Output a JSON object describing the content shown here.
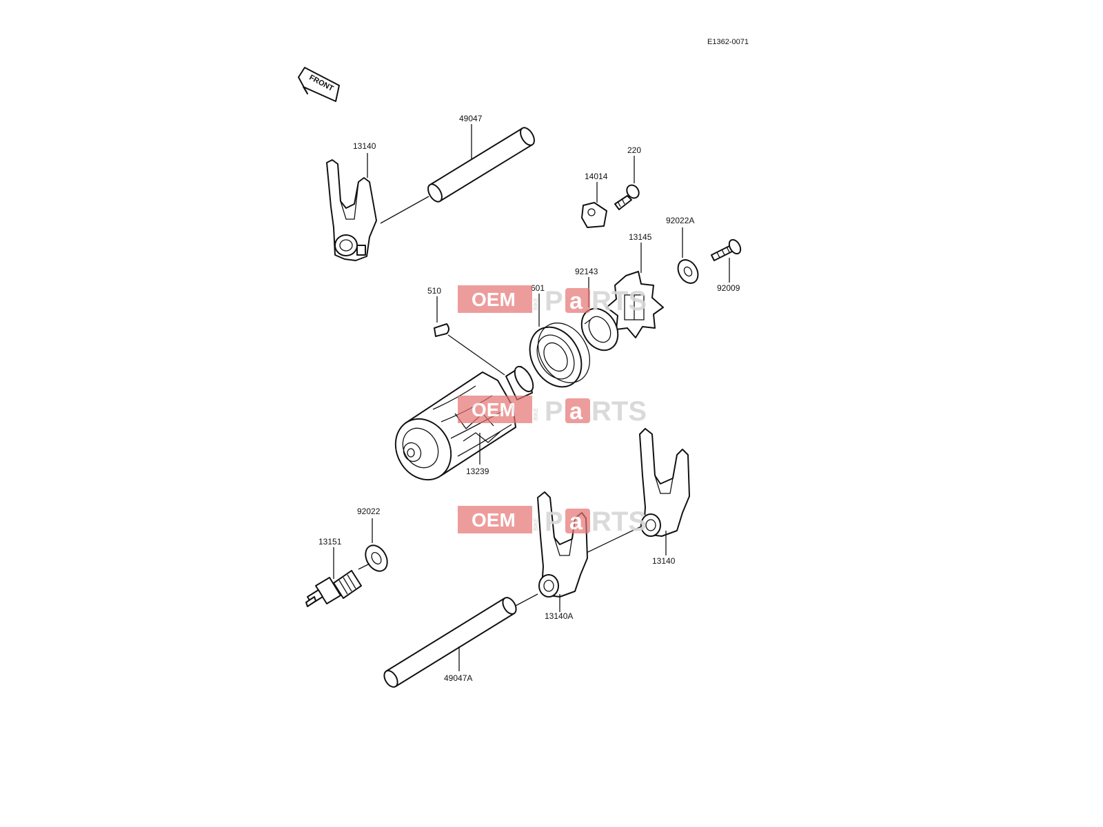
{
  "diagram_code": "E1362-0071",
  "front_label": "FRONT",
  "watermark": {
    "oem": "OEM",
    "bike": "BIKE",
    "p": "P",
    "a": "a",
    "rts": "RTS"
  },
  "parts": {
    "p49047": "49047",
    "p13140_top": "13140",
    "p220": "220",
    "p14014": "14014",
    "p92022A": "92022A",
    "p13145": "13145",
    "p92009": "92009",
    "p92143": "92143",
    "p601": "601",
    "p510": "510",
    "p13239": "13239",
    "p92022": "92022",
    "p13151": "13151",
    "p13140_right": "13140",
    "p13140A": "13140A",
    "p49047A": "49047A"
  }
}
